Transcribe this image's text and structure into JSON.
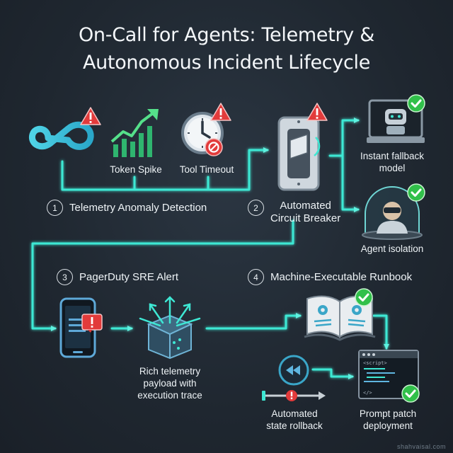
{
  "title": {
    "line1": "On-Call for Agents: Telemetry &",
    "line2": "Autonomous Incident Lifecycle"
  },
  "telemetry": {
    "token_spike_label": "Token Spike",
    "tool_timeout_label": "Tool Timeout"
  },
  "steps": [
    {
      "number": "1",
      "label": "Telemetry Anomaly Detection"
    },
    {
      "number": "2",
      "label_line1": "Automated",
      "label_line2": "Circuit Breaker"
    },
    {
      "number": "3",
      "label": "PagerDuty SRE Alert"
    },
    {
      "number": "4",
      "label": "Machine-Executable Runbook"
    }
  ],
  "outcomes": {
    "fallback_line1": "Instant fallback",
    "fallback_line2": "model",
    "isolation": "Agent isolation",
    "payload_line1": "Rich telemetry",
    "payload_line2": "payload with",
    "payload_line3": "execution trace",
    "rollback_line1": "Automated",
    "rollback_line2": "state rollback",
    "patch_line1": "Prompt patch",
    "patch_line2": "deployment"
  },
  "code_window": {
    "tag": "<script>",
    "close_tag": "</>"
  },
  "watermark": "shahvaisal.com",
  "colors": {
    "background": "#222b34",
    "flow_line": "#3ee8d4",
    "alert": "#e23b3b",
    "check": "#31c04a"
  },
  "icons": [
    "infinity-icon",
    "warning-icon",
    "trend-chart-icon",
    "clock-icon",
    "blocked-icon",
    "switch-icon",
    "robot-laptop-icon",
    "robot-dome-icon",
    "phone-icon",
    "box-icon",
    "book-gears-icon",
    "rewind-icon",
    "slider-icon",
    "code-window-icon",
    "check-icon"
  ]
}
